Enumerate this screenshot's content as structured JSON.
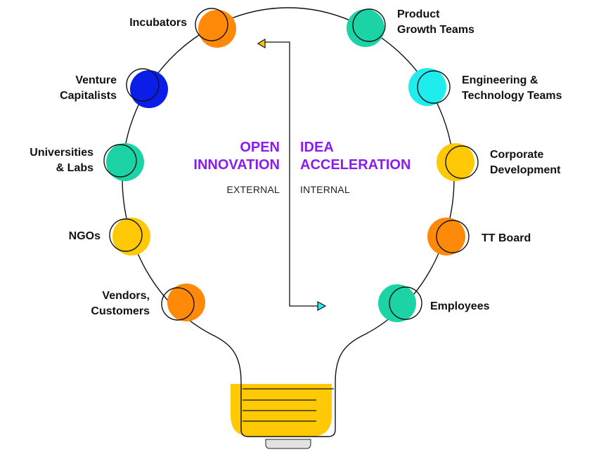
{
  "colors": {
    "orange": "#ff8a0a",
    "blue": "#0a1ee8",
    "green": "#1cd3a6",
    "cyan": "#1fecec",
    "yellow": "#ffc905",
    "purple": "#8a1cf0",
    "bulb_base": "#ffc905",
    "cap": "#e2e2e2"
  },
  "left_nodes": [
    {
      "lines": [
        "Incubators"
      ],
      "color": "orange",
      "icon": "ring-dot-icon"
    },
    {
      "lines": [
        "Venture",
        "Capitalists"
      ],
      "color": "blue",
      "icon": "ring-dot-icon"
    },
    {
      "lines": [
        "Universities",
        "& Labs"
      ],
      "color": "green",
      "icon": "ring-dot-icon"
    },
    {
      "lines": [
        "NGOs"
      ],
      "color": "yellow",
      "icon": "ring-dot-icon"
    },
    {
      "lines": [
        "Vendors,",
        "Customers"
      ],
      "color": "orange",
      "icon": "ring-dot-icon"
    }
  ],
  "right_nodes": [
    {
      "lines": [
        "Product",
        "Growth Teams"
      ],
      "color": "green",
      "icon": "ring-dot-icon"
    },
    {
      "lines": [
        "Engineering &",
        "Technology Teams"
      ],
      "color": "cyan",
      "icon": "ring-dot-icon"
    },
    {
      "lines": [
        "Corporate",
        "Development"
      ],
      "color": "yellow",
      "icon": "ring-dot-icon"
    },
    {
      "lines": [
        "TT Board"
      ],
      "color": "orange",
      "icon": "ring-dot-icon"
    },
    {
      "lines": [
        "Employees"
      ],
      "color": "green",
      "icon": "ring-dot-icon"
    }
  ],
  "center": {
    "left_heading": [
      "OPEN",
      "INNOVATION"
    ],
    "left_sub": "EXTERNAL",
    "right_heading": [
      "IDEA",
      "ACCELERATION"
    ],
    "right_sub": "INTERNAL"
  }
}
